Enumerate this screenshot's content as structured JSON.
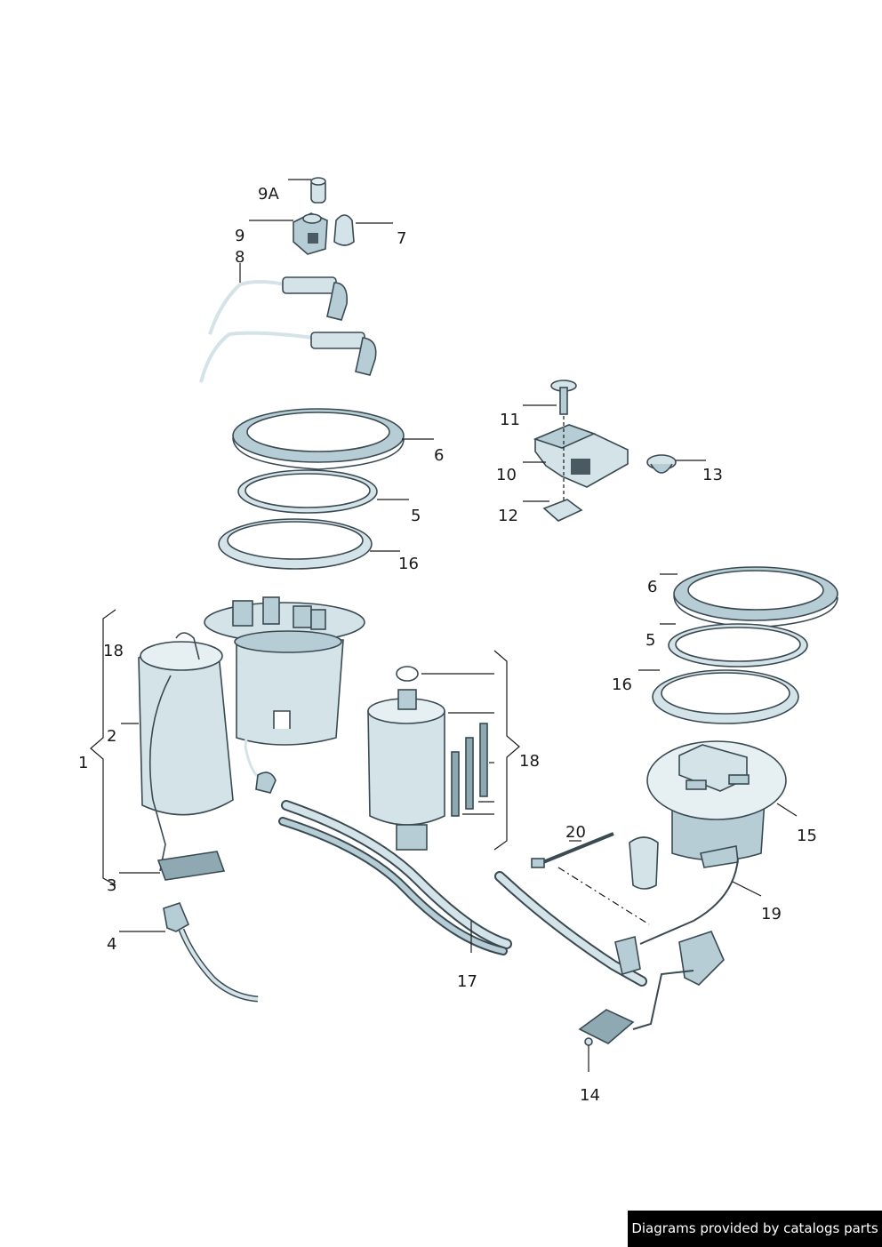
{
  "labels": {
    "l9A": "9A",
    "l9": "9",
    "l7": "7",
    "l8": "8",
    "l6a": "6",
    "l5a": "5",
    "l16a": "16",
    "l11": "11",
    "l10": "10",
    "l13": "13",
    "l12": "12",
    "l6b": "6",
    "l5b": "5",
    "l16b": "16",
    "l18a": "18",
    "l2": "2",
    "l1": "1",
    "l3": "3",
    "l4": "4",
    "l18b": "18",
    "l17": "17",
    "l20": "20",
    "l15": "15",
    "l19": "19",
    "l14": "14"
  },
  "credit": "Diagrams provided by catalogs parts",
  "colors": {
    "part_fill": "#d4e3e8",
    "part_shade": "#b7cdd5",
    "outline": "#3a4a52",
    "label": "#1a1a1a"
  }
}
